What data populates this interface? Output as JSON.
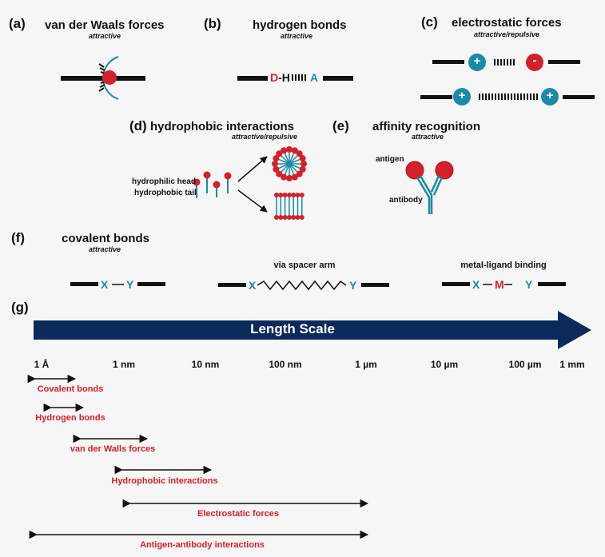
{
  "panels": {
    "a": {
      "letter": "(a)",
      "title": "van der Waals forces",
      "sub": "attractive"
    },
    "b": {
      "letter": "(b)",
      "title": "hydrogen bonds",
      "sub": "attractive",
      "d": "D",
      "h": "-H",
      "acc": "A"
    },
    "c": {
      "letter": "(c)",
      "title": "electrostatic forces",
      "sub": "attractive/repulsive",
      "plus": "+",
      "minus": "-"
    },
    "d": {
      "letter": "(d)",
      "title": "hydrophobic interactions",
      "sub": "attractive/repulsive",
      "head_label": "hydrophilic head",
      "tail_label": "hydrophobic tail"
    },
    "e": {
      "letter": "(e)",
      "title": "affinity recognition",
      "sub": "attractive",
      "antigen": "antigen",
      "antibody": "antibody"
    },
    "f": {
      "letter": "(f)",
      "title": "covalent bonds",
      "sub": "attractive",
      "spacer": "via spacer arm",
      "metal": "metal-ligand binding",
      "x": "X",
      "y": "Y",
      "m": "M"
    },
    "g": {
      "letter": "(g)",
      "scale_title": "Length Scale"
    }
  },
  "scale_ticks": [
    "1 Å",
    "1 nm",
    "10 nm",
    "100 nm",
    "1 µm",
    "10 µm",
    "100 µm",
    "1 mm"
  ],
  "ranges": [
    {
      "label": "Covalent bonds"
    },
    {
      "label": "Hydrogen bonds"
    },
    {
      "label": "van der Walls forces"
    },
    {
      "label": "Hydrophobic interactions"
    },
    {
      "label": "Electrostatic forces"
    },
    {
      "label": "Antigen-antibody interactions"
    }
  ],
  "colors": {
    "red": "#d4202a",
    "teal": "#1b8aa6",
    "navy": "#0b2a5c",
    "black": "#111111"
  }
}
